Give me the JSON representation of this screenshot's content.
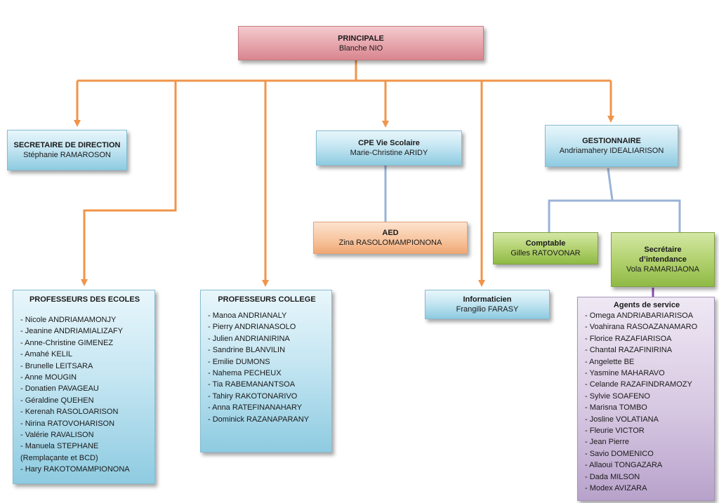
{
  "principal": {
    "title": "PRINCIPALE",
    "name": "Blanche NIO"
  },
  "secretaire_direction": {
    "title": "SECRETAIRE DE DIRECTION",
    "name": "Stéphanie RAMAROSON"
  },
  "cpe": {
    "title": "CPE Vie Scolaire",
    "name": "Marie-Christine ARIDY"
  },
  "aed": {
    "title": "AED",
    "name": "Zina RASOLOMAMPIONONA"
  },
  "gestionnaire": {
    "title": "GESTIONNAIRE",
    "name": "Andriamahery IDEALIARISON"
  },
  "comptable": {
    "title": "Comptable",
    "name": "Gilles RATOVONAR"
  },
  "secretaire_intendance": {
    "title_line1": "Secrétaire",
    "title_line2": "d’intendance",
    "name": "Vola RAMARIJAONA"
  },
  "informaticien": {
    "title": "Informaticien",
    "name": "Frangilio FARASY"
  },
  "professeurs_ecoles": {
    "title": "PROFESSEURS DES ECOLES",
    "members": [
      "- Nicole ANDRIAMAMONJY",
      "- Jeanine ANDRIAMIALIZAFY",
      "- Anne-Christine GIMENEZ",
      "- Amahé KELIL",
      "- Brunelle LEITSARA",
      "- Anne MOUGIN",
      "- Donatien PAVAGEAU",
      "- Géraldine QUEHEN",
      "- Kerenah RASOLOARISON",
      "- Nirina RATOVOHARISON",
      "- Valérie RAVALISON",
      "- Manuela STEPHANE",
      "(Remplaçante et BCD)",
      "- Hary RAKOTOMAMPIONONA"
    ]
  },
  "professeurs_college": {
    "title": "PROFESSEURS COLLEGE",
    "members": [
      "- Manoa ANDRIANALY",
      "- Pierry ANDRIANASOLO",
      "- Julien ANDRIANIRINA",
      "- Sandrine BLANVILIN",
      "- Emilie DUMONS",
      "- Nahema PECHEUX",
      "- Tia RABEMANANTSOA",
      "- Tahiry RAKOTONARIVO",
      "- Anna RATEFINANAHARY",
      "- Dominick RAZANAPARANY"
    ]
  },
  "agents_service": {
    "title": "Agents de service",
    "members": [
      "- Omega ANDRIABARIARISOA",
      "- Voahirana RASOAZANAMARO",
      "- Florice RAZAFIARISOA",
      "- Chantal RAZAFINIRINA",
      "- Angelette BE",
      "- Yasmine MAHARAVO",
      "- Celande RAZAFINDRAMOZY",
      "- Sylvie SOAFENO",
      "- Marisna TOMBO",
      "- Josline VOLATIANA",
      "- Fleurie VICTOR",
      "- Jean Pierre",
      "- Savio DOMENICO",
      "- Allaoui TONGAZARA",
      "- Dada MILSON",
      "- Modex AVIZARA"
    ]
  },
  "colors": {
    "orange_connector": "#f0944a",
    "blue_connector": "#9ab3d6",
    "purple_connector": "#8a4fb0"
  }
}
